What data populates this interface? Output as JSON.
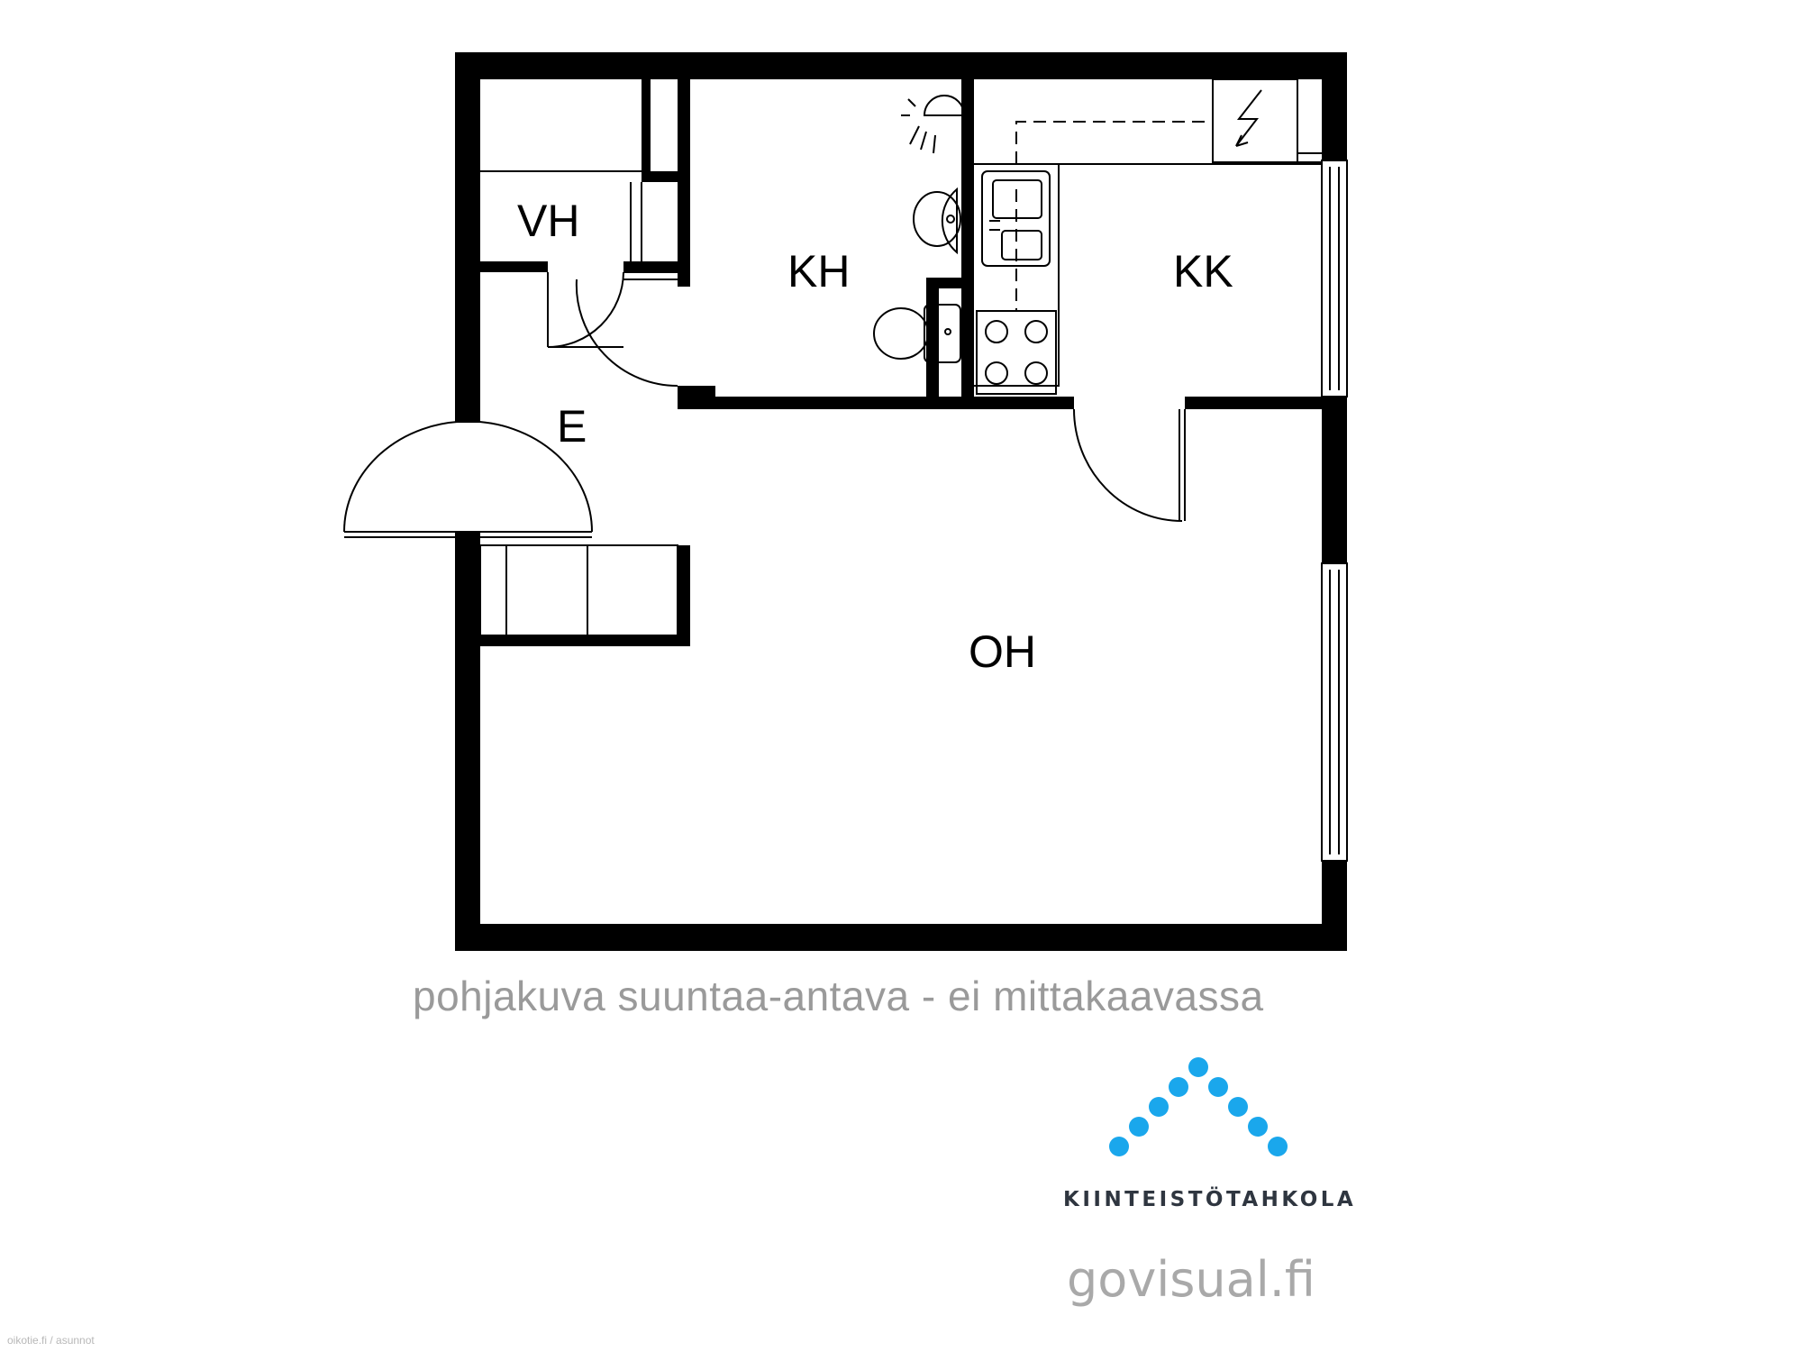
{
  "rooms": {
    "vh": "VH",
    "kh": "KH",
    "kk": "KK",
    "e": "E",
    "oh": "OH"
  },
  "disclaimer": "pohjakuva suuntaa-antava - ei mittakaavassa",
  "brand": {
    "name": "KIINTEISTÖTAHKOLA",
    "logo_color": "#1aa7ec"
  },
  "website": "govisual.fi",
  "credit": "oikotie.fi / asunnot",
  "icons": [
    "electric-panel-icon",
    "shower-icon",
    "washbasin-icon",
    "toilet-icon",
    "sink-icon",
    "stove-icon"
  ]
}
